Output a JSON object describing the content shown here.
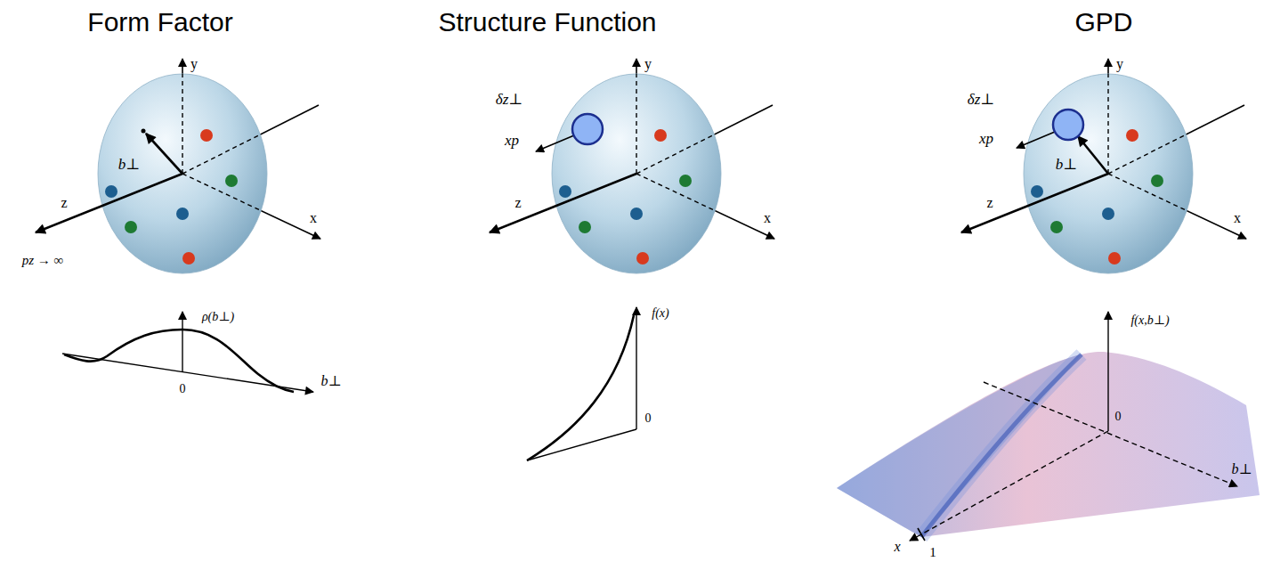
{
  "diagram": {
    "labels": [
      "Form Factor",
      "Structure Function",
      "GPD",
      "y",
      "b⊥",
      "z",
      "x",
      "pz → ∞",
      "δz⊥",
      "xp",
      "y",
      "z",
      "x",
      "δz⊥",
      "xp",
      "y",
      "b⊥",
      "z",
      "x",
      "ρ(b⊥)",
      "0",
      "b⊥",
      "f(x)",
      "0",
      "f(x,b⊥)",
      "0",
      "x",
      "1",
      "b⊥"
    ]
  }
}
